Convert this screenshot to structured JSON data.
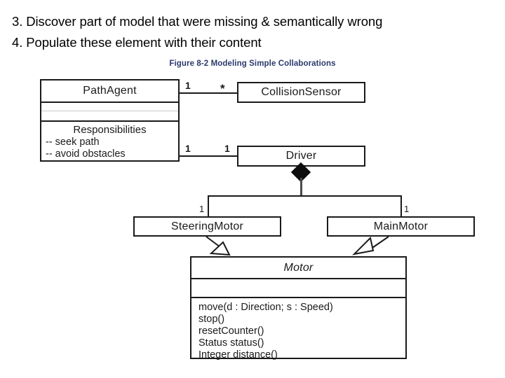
{
  "slide": {
    "bullets": [
      "3. Discover part of model that were missing & semantically wrong",
      "4. Populate these element with their content"
    ]
  },
  "figure": {
    "caption": "Figure 8-2 Modeling Simple Collaborations",
    "caption_color": "#2b3a6b",
    "line_color": "#1a1a1a",
    "classes": {
      "path_agent": {
        "name": "PathAgent",
        "attributes": [],
        "responsibilities_title": "Responsibilities",
        "responsibilities": [
          "-- seek path",
          "-- avoid obstacles"
        ]
      },
      "collision_sensor": {
        "name": "CollisionSensor"
      },
      "driver": {
        "name": "Driver"
      },
      "steering_motor": {
        "name": "SteeringMotor"
      },
      "main_motor": {
        "name": "MainMotor"
      },
      "motor": {
        "name": "Motor",
        "attributes": [],
        "operations": [
          "move(d : Direction; s : Speed)",
          "stop()",
          "resetCounter()",
          "Status status()",
          "Integer distance()"
        ]
      }
    },
    "multiplicities": {
      "path_agent_to_sensor_source": "1",
      "path_agent_to_sensor_target": "*",
      "path_agent_to_driver_source": "1",
      "path_agent_to_driver_target": "1",
      "driver_to_steering_motor": "1",
      "driver_to_main_motor": "1"
    },
    "relationships": [
      {
        "kind": "association",
        "from": "PathAgent",
        "to": "CollisionSensor",
        "source_multiplicity": "1",
        "target_multiplicity": "*"
      },
      {
        "kind": "association",
        "from": "PathAgent",
        "to": "Driver",
        "source_multiplicity": "1",
        "target_multiplicity": "1"
      },
      {
        "kind": "composition",
        "from": "Driver",
        "to": "SteeringMotor",
        "target_multiplicity": "1"
      },
      {
        "kind": "composition",
        "from": "Driver",
        "to": "MainMotor",
        "target_multiplicity": "1"
      },
      {
        "kind": "generalization",
        "from": "SteeringMotor",
        "to": "Motor"
      },
      {
        "kind": "generalization",
        "from": "MainMotor",
        "to": "Motor"
      }
    ]
  }
}
